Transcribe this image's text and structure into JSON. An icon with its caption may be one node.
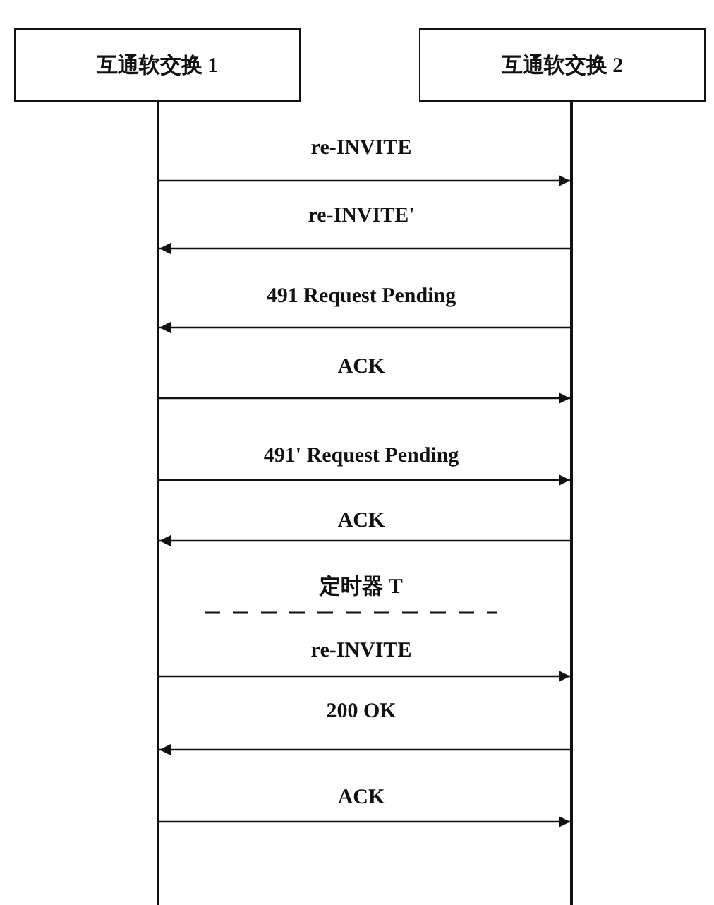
{
  "diagram": {
    "nodes": [
      {
        "text": [
          "互通软交换 1"
        ]
      },
      {
        "text": [
          "互通软交换 2"
        ]
      },
      {
        "text": [],
        "shape": "bar"
      },
      {
        "text": [],
        "shape": "bar"
      }
    ],
    "edges": [
      {
        "from": 2,
        "to": 3,
        "arrow": "to",
        "label": "re-INVITE"
      },
      {
        "from": 3,
        "to": 2,
        "arrow": "to",
        "label": "re-INVITE'"
      },
      {
        "from": 3,
        "to": 2,
        "arrow": "to",
        "label": "491 Request Pending"
      },
      {
        "from": 2,
        "to": 3,
        "arrow": "to",
        "label": "ACK"
      },
      {
        "from": 2,
        "to": 3,
        "arrow": "to",
        "label": "491' Request Pending"
      },
      {
        "from": 3,
        "to": 2,
        "arrow": "to",
        "label": "ACK"
      },
      {
        "from": 2,
        "to": 3,
        "arrow": "to",
        "label": "re-INVITE"
      },
      {
        "from": 3,
        "to": 2,
        "arrow": "to",
        "label": "200 OK"
      },
      {
        "from": 2,
        "to": 3,
        "arrow": "to",
        "label": "ACK"
      }
    ],
    "labels": [
      "定时器 T"
    ]
  }
}
